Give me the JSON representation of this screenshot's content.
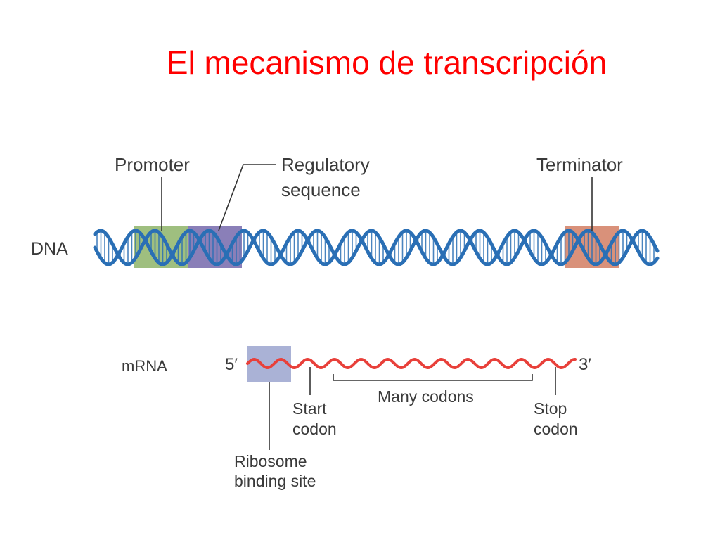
{
  "slide": {
    "title": "El mecanismo de transcripción"
  },
  "colors": {
    "title": "#ff0000",
    "dna_strand": "#2a6fb5",
    "promoter_box": "#9fbf7f",
    "regulatory_box": "#8a7fb8",
    "terminator_box": "#d9917a",
    "mrna_strand": "#e8403a",
    "ribosome_box": "#aab2d6"
  },
  "dna": {
    "label": "DNA",
    "promoter": "Promoter",
    "regulatory": [
      "Regulatory",
      "sequence"
    ],
    "terminator": "Terminator"
  },
  "mrna": {
    "label": "mRNA",
    "five_prime": "5′",
    "three_prime": "3′",
    "many_codons": "Many codons",
    "start_codon": [
      "Start",
      "codon"
    ],
    "stop_codon": [
      "Stop",
      "codon"
    ],
    "ribosome_site": [
      "Ribosome",
      "binding site"
    ]
  }
}
